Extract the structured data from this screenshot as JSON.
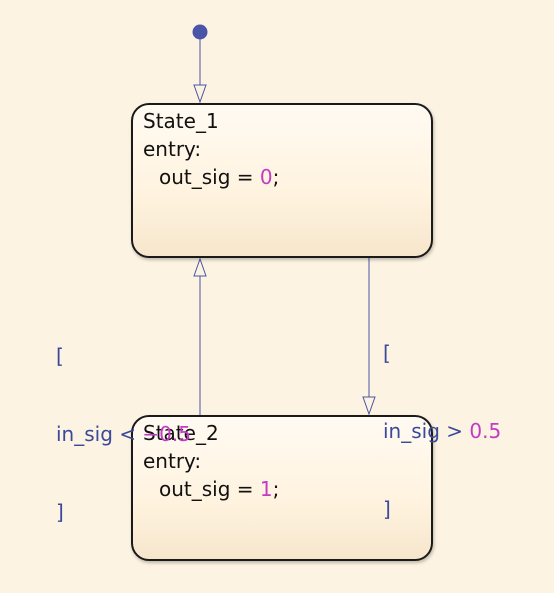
{
  "colors": {
    "background": "#fdf3e2",
    "state_border": "#1a1a1a",
    "transition": "#4a54a8",
    "guard_text": "#3a4a9a",
    "number": "#c33bc3",
    "default_dot": "#4a54a8"
  },
  "states": [
    {
      "name": "State_1",
      "action": "entry:",
      "assign_lhs": "out_sig = ",
      "assign_value": "0",
      "assign_end": ";"
    },
    {
      "name": "State_2",
      "action": "entry:",
      "assign_lhs": "out_sig = ",
      "assign_value": "1",
      "assign_end": ";"
    }
  ],
  "transitions": [
    {
      "from": "State_2",
      "to": "State_1",
      "guard_open": "[",
      "guard_expr": "in_sig < ",
      "guard_value": "−0.5",
      "guard_close": "]"
    },
    {
      "from": "State_1",
      "to": "State_2",
      "guard_open": "[",
      "guard_expr": "in_sig > ",
      "guard_value": "0.5",
      "guard_close": "]"
    }
  ]
}
